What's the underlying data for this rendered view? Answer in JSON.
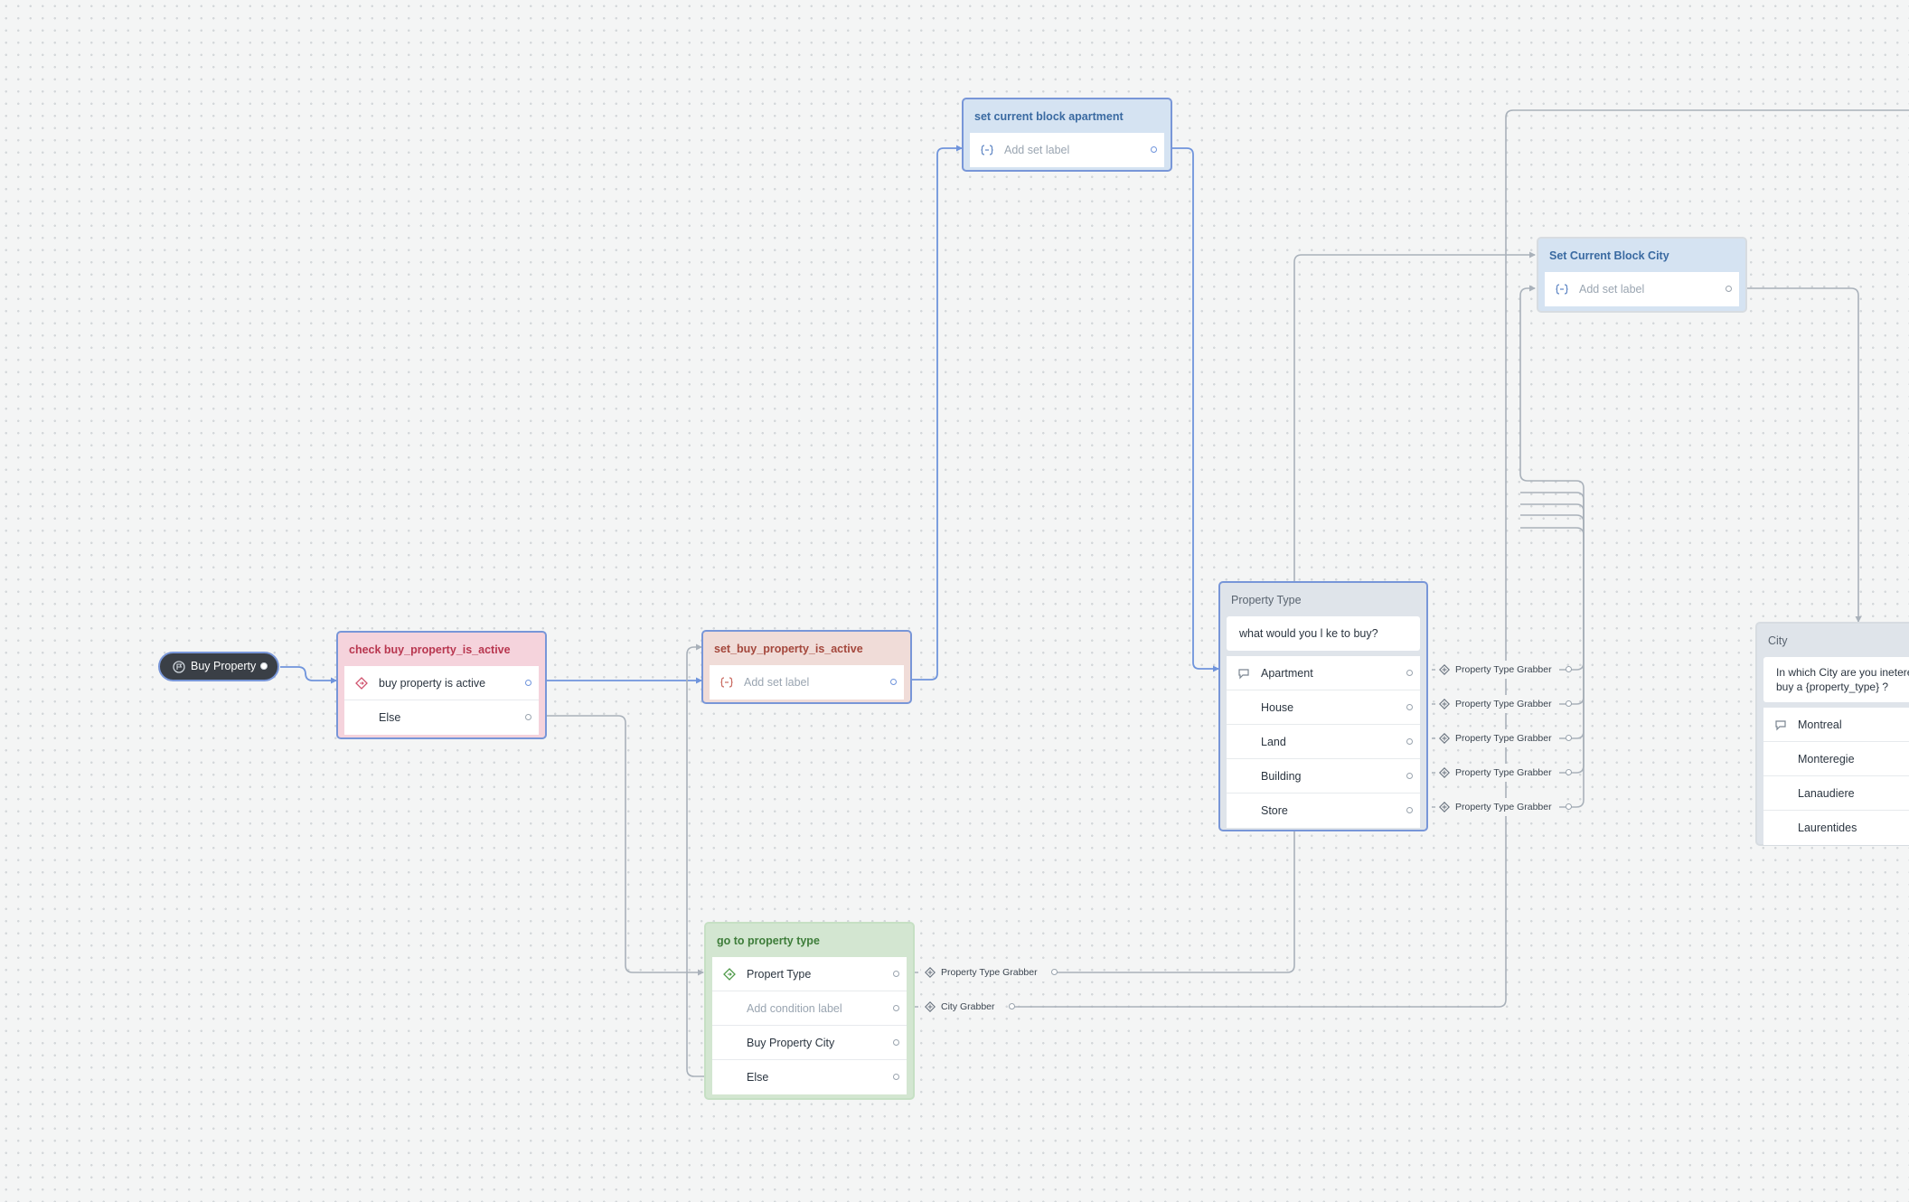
{
  "start_node": {
    "label": "Buy Property",
    "icon": "flag-icon"
  },
  "nodes": {
    "check_active": {
      "title": "check buy_property_is_active",
      "rows": [
        {
          "label": "buy property is active",
          "icon": "condition-icon"
        },
        {
          "label": "Else"
        }
      ]
    },
    "set_active": {
      "title": "set_buy_property_is_active",
      "rows": [
        {
          "label": "Add set label",
          "icon": "variable-icon"
        }
      ]
    },
    "set_apartment": {
      "title": "set current block apartment",
      "rows": [
        {
          "label": "Add set label",
          "icon": "variable-icon"
        }
      ]
    },
    "set_city": {
      "title": "Set Current Block City",
      "rows": [
        {
          "label": "Add set label",
          "icon": "variable-icon"
        }
      ]
    },
    "go_to_property_type": {
      "title": "go to property type",
      "rows": [
        {
          "label": "Propert Type",
          "icon": "condition-icon"
        },
        {
          "label": "Add condition label"
        },
        {
          "label": "Buy Property City"
        },
        {
          "label": "Else"
        }
      ]
    },
    "property_type": {
      "title": "Property Type",
      "message": "what would you l ke to buy?",
      "choices": [
        "Apartment",
        "House",
        "Land",
        "Building",
        "Store"
      ]
    },
    "city": {
      "title": "City",
      "message_line1": "In which City are you ineterest",
      "message_line2": "buy a {property_type} ?",
      "choices": [
        "Montreal",
        "Monteregie",
        "Lanaudiere",
        "Laurentides"
      ]
    }
  },
  "chips": {
    "property_type_grabber": "Property Type Grabber",
    "city_grabber": "City Grabber"
  },
  "colors": {
    "canvas_bg": "#f4f5f5",
    "selection_blue": "#7896d8",
    "condition_header": "#f5d3dc",
    "condition_title": "#b8364f",
    "set_header": "#f0dcd8",
    "set_title": "#a4473c",
    "goto_header": "#d3e6d1",
    "goto_title": "#3e7d3a",
    "block_header": "#d5e3f2",
    "block_title": "#3a6aa1",
    "question_header": "#dfe4ea",
    "question_title": "#5a6470"
  }
}
